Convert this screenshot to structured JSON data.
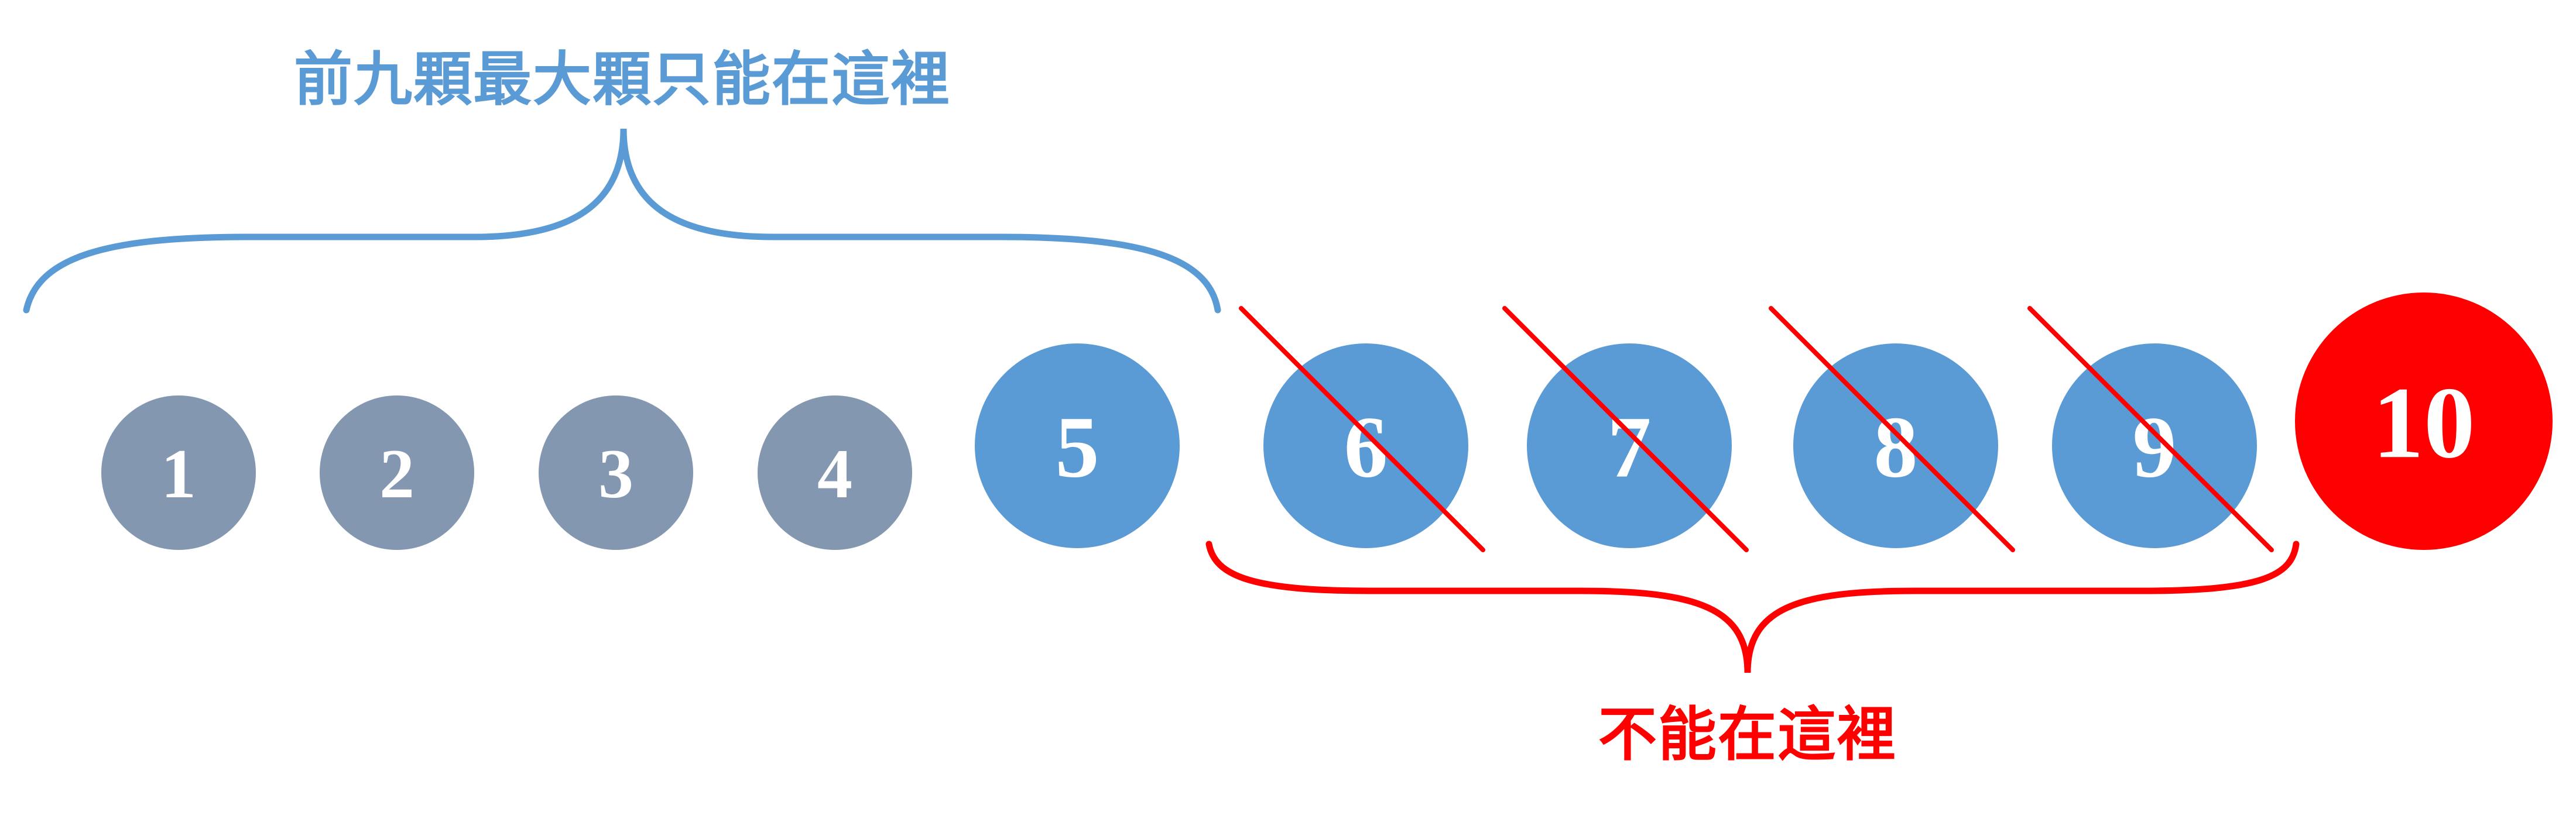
{
  "top_label": {
    "text": "前九顆最大顆只能在這裡",
    "color": "#5B9BD5"
  },
  "bottom_label": {
    "text": "不能在這裡",
    "color": "#FF0000"
  },
  "colors": {
    "gray_ball": "#8497B0",
    "blue_ball": "#5B9BD5",
    "red_ball": "#FF0000",
    "strike": "#FF0000",
    "ball_text": "#FFFFFF"
  },
  "balls": [
    {
      "label": "1",
      "style": "gray",
      "crossed": false
    },
    {
      "label": "2",
      "style": "gray",
      "crossed": false
    },
    {
      "label": "3",
      "style": "gray",
      "crossed": false
    },
    {
      "label": "4",
      "style": "gray",
      "crossed": false
    },
    {
      "label": "5",
      "style": "blue",
      "crossed": false
    },
    {
      "label": "6",
      "style": "blue",
      "crossed": true
    },
    {
      "label": "7",
      "style": "blue",
      "crossed": true
    },
    {
      "label": "8",
      "style": "blue",
      "crossed": true
    },
    {
      "label": "9",
      "style": "blue",
      "crossed": true
    },
    {
      "label": "10",
      "style": "red",
      "crossed": false
    }
  ]
}
